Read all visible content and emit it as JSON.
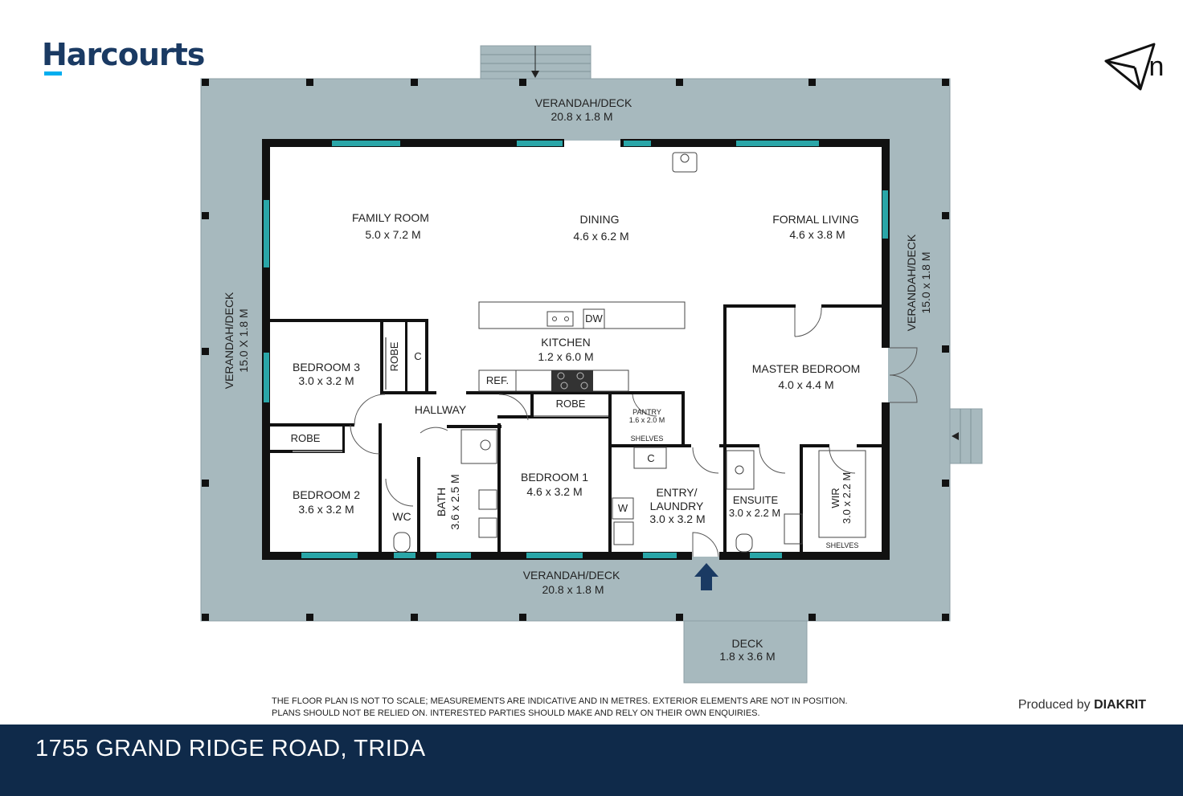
{
  "brand": {
    "name": "Harcourts",
    "color": "#1a3a63",
    "accent": "#00aeef"
  },
  "compass": {
    "icon": "north-arrow-icon",
    "label": "n"
  },
  "rooms": {
    "verandah_top": {
      "name": "VERANDAH/DECK",
      "size": "20.8 x 1.8 M"
    },
    "verandah_bottom": {
      "name": "VERANDAH/DECK",
      "size": "20.8 x 1.8 M"
    },
    "verandah_left": {
      "name": "VERANDAH/DECK",
      "size": "15.0 X 1.8 M"
    },
    "verandah_right": {
      "name": "VERANDAH/DECK",
      "size": "15.0 x 1.8 M"
    },
    "family_room": {
      "name": "FAMILY ROOM",
      "size": "5.0  x 7.2 M"
    },
    "dining": {
      "name": "DINING",
      "size": "4.6 x 6.2 M"
    },
    "formal_living": {
      "name": "FORMAL LIVING",
      "size": "4.6 x 3.8 M"
    },
    "kitchen": {
      "name": "KITCHEN",
      "size": "1.2 x 6.0 M"
    },
    "bedroom3": {
      "name": "BEDROOM 3",
      "size": "3.0 x 3.2 M"
    },
    "bedroom2": {
      "name": "BEDROOM 2",
      "size": "3.6 x 3.2 M"
    },
    "bedroom1": {
      "name": "BEDROOM 1",
      "size": "4.6 x 3.2 M"
    },
    "master": {
      "name": "MASTER BEDROOM",
      "size": "4.0 x 4.4 M"
    },
    "hallway": {
      "name": "HALLWAY"
    },
    "bath": {
      "name": "BATH",
      "size": "3.6 x 2.5 M"
    },
    "wc": {
      "name": "WC"
    },
    "entry": {
      "name": "ENTRY/",
      "name2": "LAUNDRY",
      "size": "3.0 x 3.2 M"
    },
    "ensuite": {
      "name": "ENSUITE",
      "size": "3.0 x 2.2 M"
    },
    "wir": {
      "name": "WIR",
      "size": "3.0 x 2.2 M"
    },
    "pantry": {
      "name": "PANTRY",
      "size": "1.6 x 2.0 M"
    },
    "deck": {
      "name": "DECK",
      "size": "1.8 x 3.6 M"
    }
  },
  "fixtures": {
    "robe": "ROBE",
    "c": "C",
    "dw": "DW",
    "ref": "REF.",
    "shelves": "SHELVES",
    "w": "W"
  },
  "colors": {
    "verandah": "#a7b9be",
    "window": "#2aa6a8",
    "wall": "#111111",
    "footer": "#0f2a4a"
  },
  "disclaimer": {
    "line1": "THE FLOOR PLAN IS NOT TO SCALE; MEASUREMENTS ARE INDICATIVE AND IN METRES. EXTERIOR ELEMENTS ARE NOT IN POSITION.",
    "line2": "PLANS SHOULD NOT BE RELIED ON. INTERESTED PARTIES SHOULD MAKE AND RELY ON THEIR OWN ENQUIRIES."
  },
  "credit": {
    "prefix": "Produced by",
    "brand": "DIAKRIT"
  },
  "address": "1755 GRAND RIDGE ROAD, TRIDA"
}
